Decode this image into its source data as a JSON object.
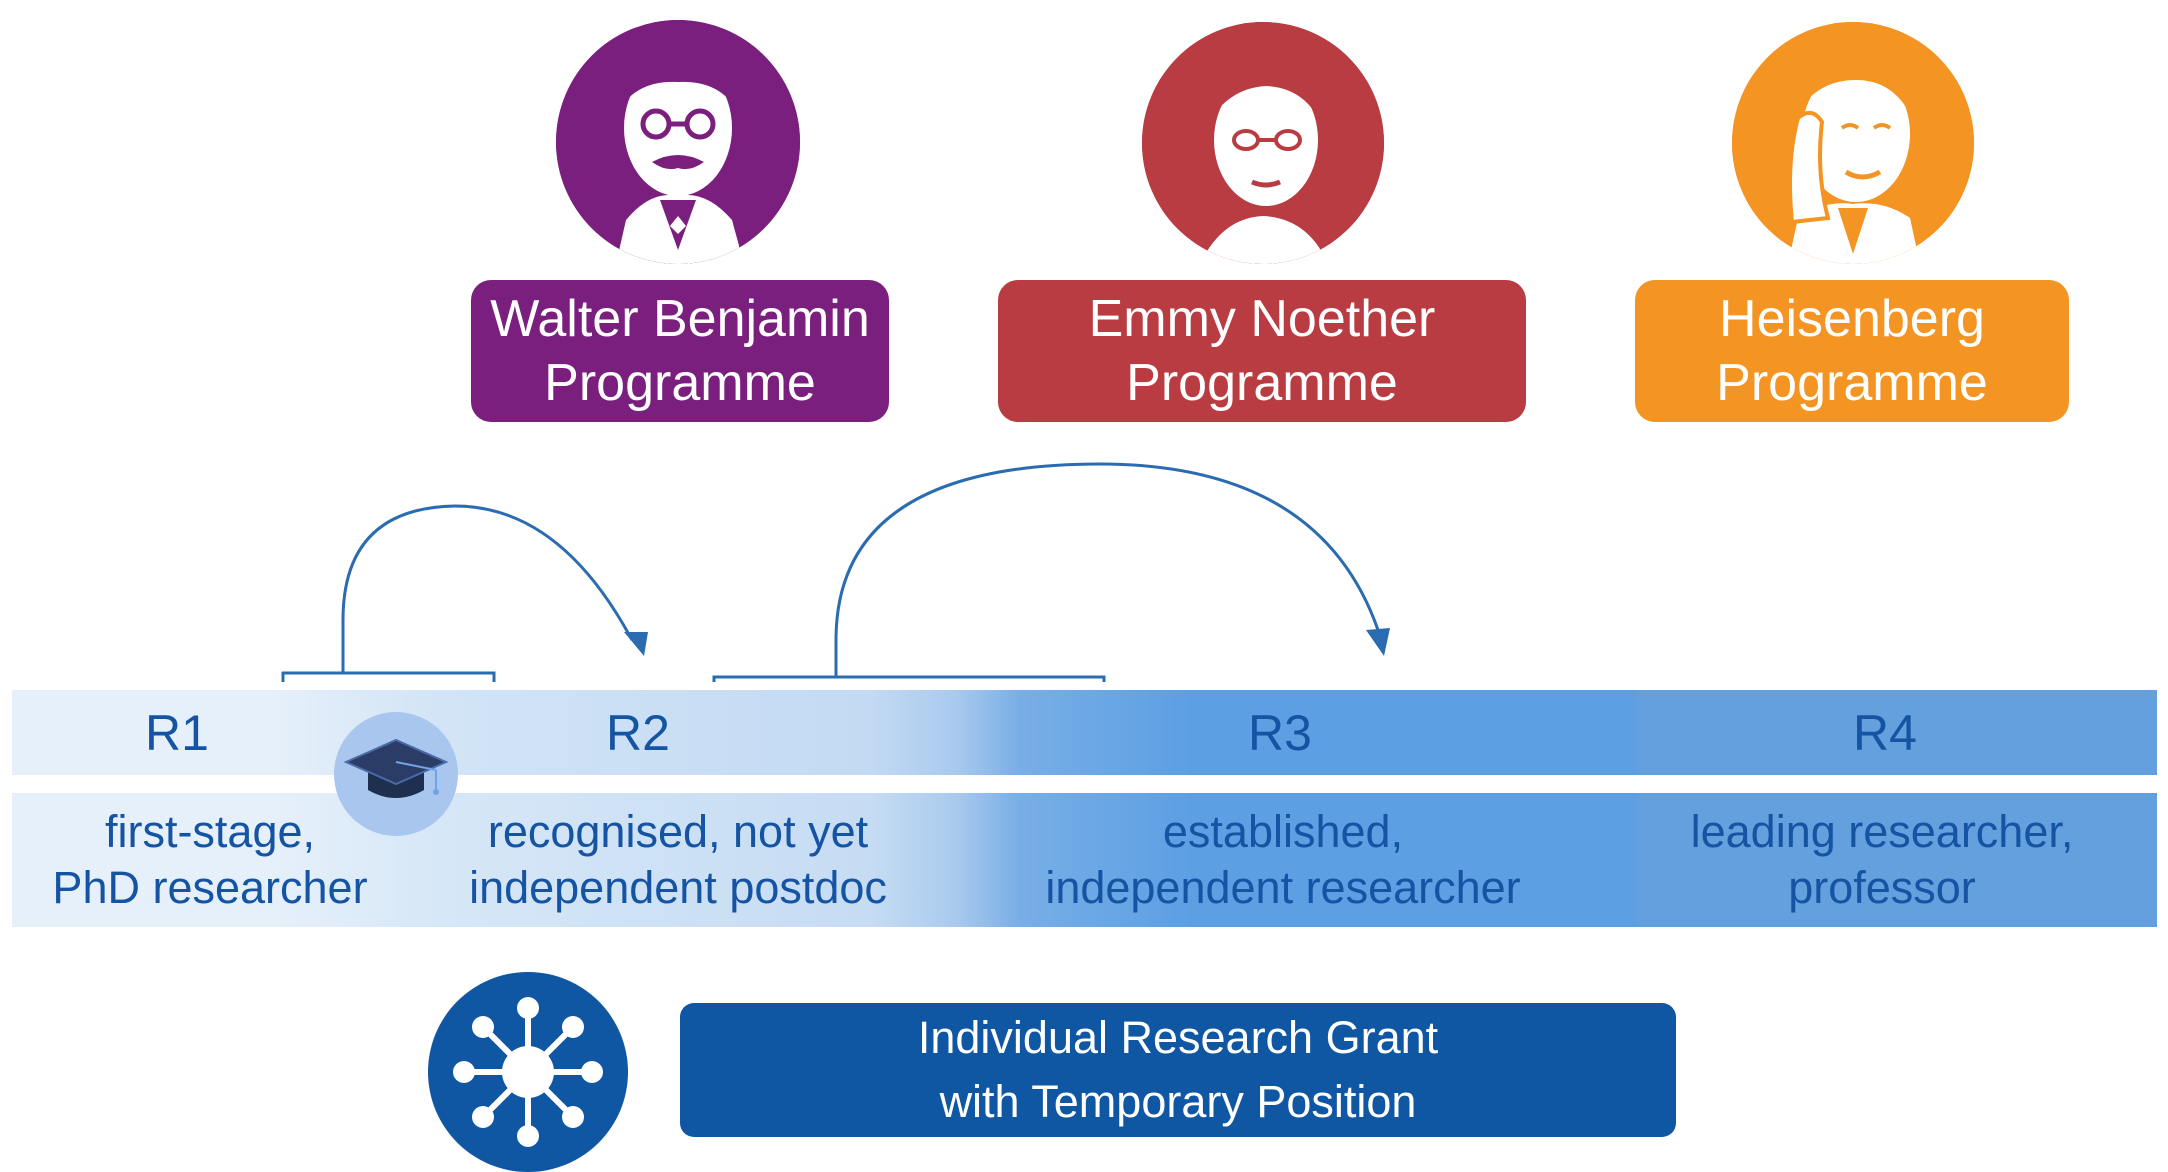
{
  "programmes": [
    {
      "line1": "Walter Benjamin",
      "line2": "Programme",
      "color": "#7b1f7f",
      "portrait_icon": "walter-benjamin-portrait"
    },
    {
      "line1": "Emmy Noether",
      "line2": "Programme",
      "color": "#b83c41",
      "portrait_icon": "emmy-noether-portrait"
    },
    {
      "line1": "Heisenberg",
      "line2": "Programme",
      "color": "#f39423",
      "portrait_icon": "heisenberg-portrait"
    }
  ],
  "stages": [
    {
      "code": "R1",
      "line1": "first-stage,",
      "line2": "PhD researcher"
    },
    {
      "code": "R2",
      "line1": "recognised, not yet",
      "line2": "independent postdoc"
    },
    {
      "code": "R3",
      "line1": "established,",
      "line2": "independent researcher"
    },
    {
      "code": "R4",
      "line1": "leading researcher,",
      "line2": "professor"
    }
  ],
  "grant": {
    "line1": "Individual Research Grant",
    "line2": "with Temporary Position",
    "color": "#0f56a3",
    "icon": "network-hub-icon"
  },
  "colors": {
    "stage_text": "#1553a3",
    "arrow": "#2b6cb0"
  }
}
